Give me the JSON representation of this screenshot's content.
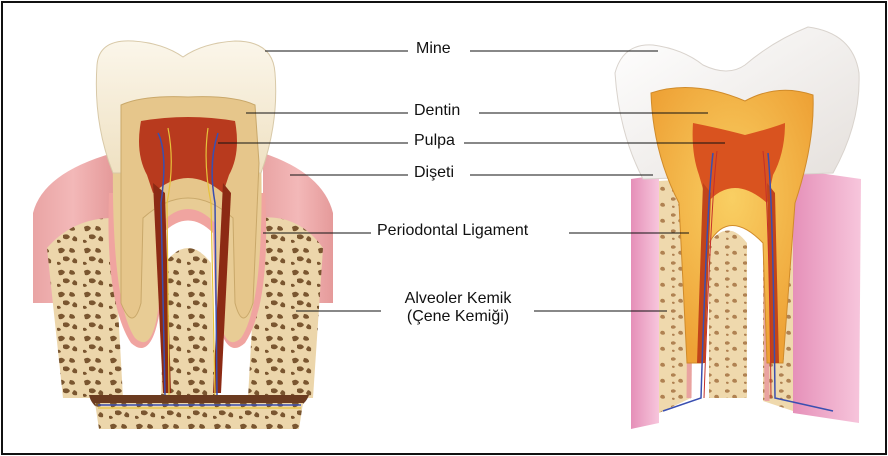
{
  "labels": {
    "mine": "Mine",
    "dentin": "Dentin",
    "pulpa": "Pulpa",
    "diseti": "Dişeti",
    "periodontal": "Periodontal Ligament",
    "alveoler_line1": "Alveoler Kemik",
    "alveoler_line2": "(Çene Kemiği)"
  },
  "colors": {
    "enamel": "#f3ead8",
    "dentin": "#e8c98f",
    "pulp": "#b83a1e",
    "gum": "#ec8f8f",
    "bone": "#e9d2a6",
    "bone_pore": "#6b4a2a",
    "nerve_blue": "#3a4fb0",
    "nerve_yellow": "#e6c23a",
    "line": "#111111"
  }
}
